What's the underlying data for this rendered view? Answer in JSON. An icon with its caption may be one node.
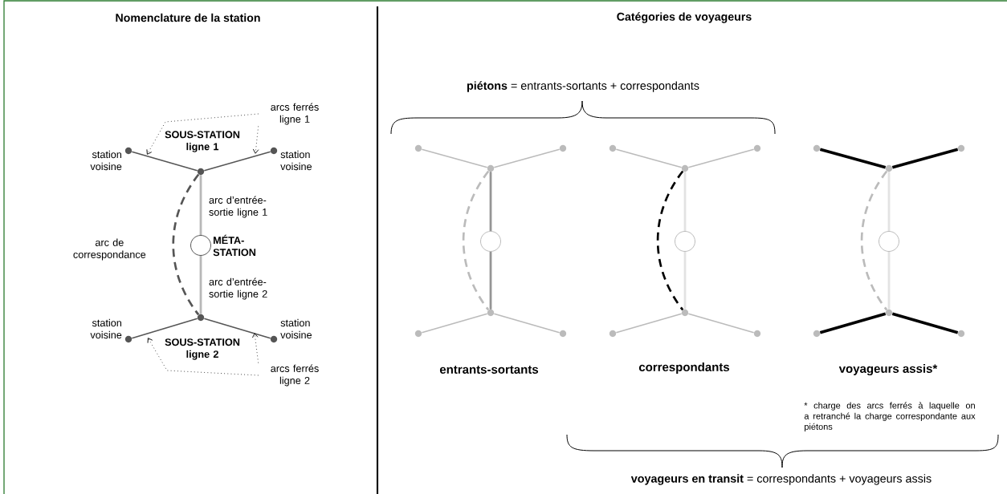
{
  "diagram": {
    "nodes": [
      {
        "text": [
          "arcs ferrés ligne 1"
        ]
      },
      {
        "text": [],
        "shape": "dot",
        "beside": [
          "station voisine"
        ]
      },
      {
        "text": [],
        "shape": "dot",
        "beside": [
          "station voisine"
        ]
      },
      {
        "text": [],
        "shape": "dot",
        "beside": [
          "SOUS-STATION ligne 1"
        ]
      },
      {
        "text": [],
        "shape": "circle",
        "beside": [
          "MÉTA-STATION"
        ]
      },
      {
        "text": [],
        "shape": "dot",
        "beside": [
          "SOUS-STATION ligne 2"
        ]
      },
      {
        "text": [],
        "shape": "dot",
        "beside": [
          "station voisine"
        ]
      },
      {
        "text": [],
        "shape": "dot",
        "beside": [
          "station voisine"
        ]
      },
      {
        "text": [
          "arcs ferrés ligne 2"
        ]
      },
      {
        "text": [],
        "shape": "dot"
      },
      {
        "text": [],
        "shape": "dot"
      },
      {
        "text": [],
        "shape": "dot"
      },
      {
        "text": [],
        "shape": "circle"
      },
      {
        "text": [],
        "shape": "dot"
      },
      {
        "text": [],
        "shape": "dot"
      },
      {
        "text": [],
        "shape": "dot"
      },
      {
        "text": [],
        "shape": "dot"
      },
      {
        "text": [],
        "shape": "dot"
      },
      {
        "text": [],
        "shape": "dot"
      },
      {
        "text": [],
        "shape": "circle"
      },
      {
        "text": [],
        "shape": "dot"
      },
      {
        "text": [],
        "shape": "dot"
      },
      {
        "text": [],
        "shape": "dot"
      },
      {
        "text": [],
        "shape": "dot"
      },
      {
        "text": [],
        "shape": "dot"
      },
      {
        "text": [],
        "shape": "dot"
      },
      {
        "text": [],
        "shape": "circle"
      },
      {
        "text": [],
        "shape": "dot"
      },
      {
        "text": [],
        "shape": "dot"
      },
      {
        "text": [],
        "shape": "dot"
      }
    ],
    "edges": [
      {
        "from": 3,
        "to": 1,
        "arrow": "none",
        "color": "#555555"
      },
      {
        "from": 3,
        "to": 2,
        "arrow": "none",
        "color": "#555555"
      },
      {
        "from": 3,
        "to": 4,
        "arrow": "none",
        "color": "#555555",
        "label": "arc d’entrée-sortie ligne 1"
      },
      {
        "from": 4,
        "to": 5,
        "arrow": "none",
        "color": "#555555",
        "label": "arc d’entrée-sortie ligne 2"
      },
      {
        "from": 3,
        "to": 5,
        "arrow": "none",
        "color": "#555555",
        "style": "dashed",
        "label": "arc de correspondance"
      },
      {
        "from": 5,
        "to": 6,
        "arrow": "none",
        "color": "#555555"
      },
      {
        "from": 5,
        "to": 7,
        "arrow": "none",
        "color": "#555555"
      },
      {
        "from": 0,
        "to": null,
        "arrow": "to",
        "style": "dashed",
        "color": "#000000"
      },
      {
        "from": 0,
        "to": null,
        "arrow": "to",
        "style": "dashed",
        "color": "#000000"
      },
      {
        "from": 8,
        "to": null,
        "arrow": "to",
        "style": "dashed",
        "color": "#000000"
      },
      {
        "from": 8,
        "to": null,
        "arrow": "to",
        "style": "dashed",
        "color": "#000000"
      },
      {
        "from": 11,
        "to": 9,
        "arrow": "none"
      },
      {
        "from": 11,
        "to": 10,
        "arrow": "none"
      },
      {
        "from": 11,
        "to": 12,
        "arrow": "none",
        "color": "#000000"
      },
      {
        "from": 12,
        "to": 13,
        "arrow": "none",
        "color": "#000000"
      },
      {
        "from": 11,
        "to": 13,
        "arrow": "none",
        "style": "dashed"
      },
      {
        "from": 13,
        "to": 14,
        "arrow": "none"
      },
      {
        "from": 13,
        "to": 15,
        "arrow": "none"
      },
      {
        "from": 18,
        "to": 16,
        "arrow": "none"
      },
      {
        "from": 18,
        "to": 17,
        "arrow": "none"
      },
      {
        "from": 18,
        "to": 19,
        "arrow": "none"
      },
      {
        "from": 19,
        "to": 20,
        "arrow": "none"
      },
      {
        "from": 18,
        "to": 20,
        "arrow": "none",
        "style": "dashed",
        "color": "#000000"
      },
      {
        "from": 20,
        "to": 21,
        "arrow": "none"
      },
      {
        "from": 20,
        "to": 22,
        "arrow": "none"
      },
      {
        "from": 25,
        "to": 23,
        "arrow": "none",
        "style": "thick",
        "color": "#000000"
      },
      {
        "from": 25,
        "to": 24,
        "arrow": "none",
        "style": "thick",
        "color": "#000000"
      },
      {
        "from": 25,
        "to": 26,
        "arrow": "none"
      },
      {
        "from": 26,
        "to": 27,
        "arrow": "none"
      },
      {
        "from": 25,
        "to": 27,
        "arrow": "none",
        "style": "dashed"
      },
      {
        "from": 27,
        "to": 28,
        "arrow": "none",
        "style": "thick",
        "color": "#000000"
      },
      {
        "from": 27,
        "to": 29,
        "arrow": "none",
        "style": "thick",
        "color": "#000000"
      }
    ],
    "labels": [
      "Nomenclature de la station",
      "Catégories de voyageurs",
      "**piétons** = entrants-sortants + correspondants",
      "entrants-sortants",
      "correspondants",
      "voyageurs assis*",
      "* charge des arcs ferrés à laquelle on a retranché la charge correspondante aux piétons",
      "**voyageurs en transit** = correspondants + voyageurs assis"
    ]
  }
}
